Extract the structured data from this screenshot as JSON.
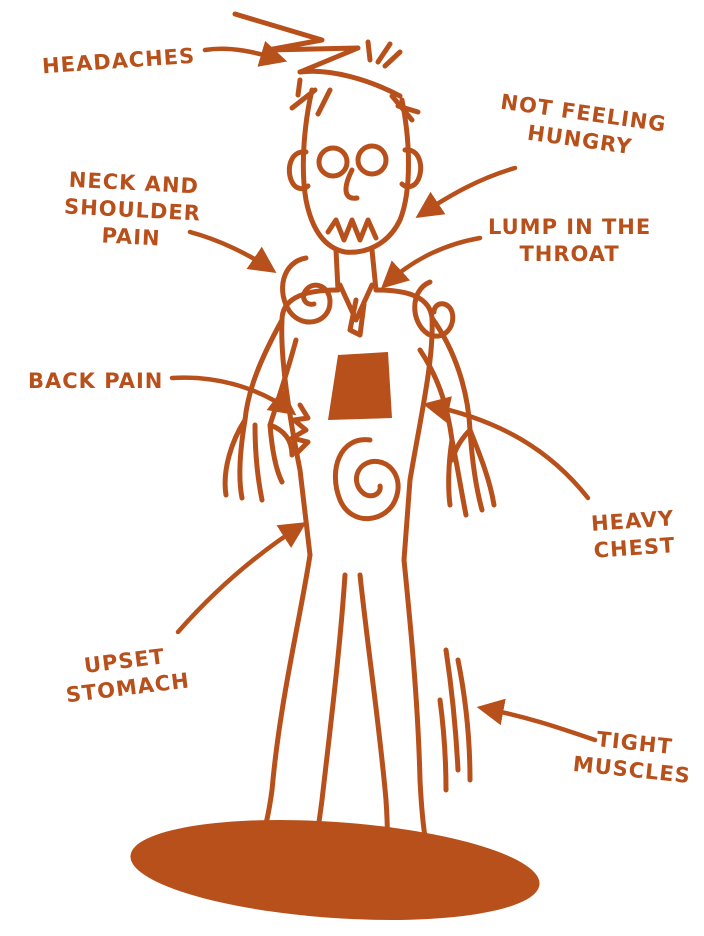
{
  "colors": {
    "ink": "#b8501b",
    "background": "#ffffff"
  },
  "labels": {
    "headaches": [
      "HEADACHES"
    ],
    "not_feeling_hungry": [
      "NOT FEELING",
      "HUNGRY"
    ],
    "neck_and_shoulder_pain": [
      "NECK AND",
      "SHOULDER",
      "PAIN"
    ],
    "lump_in_the_throat": [
      "LUMP IN THE",
      "THROAT"
    ],
    "back_pain": [
      "BACK PAIN"
    ],
    "heavy_chest": [
      "HEAVY",
      "CHEST"
    ],
    "upset_stomach": [
      "UPSET",
      "STOMACH"
    ],
    "tight_muscles": [
      "TIGHT",
      "MUSCLES"
    ]
  }
}
